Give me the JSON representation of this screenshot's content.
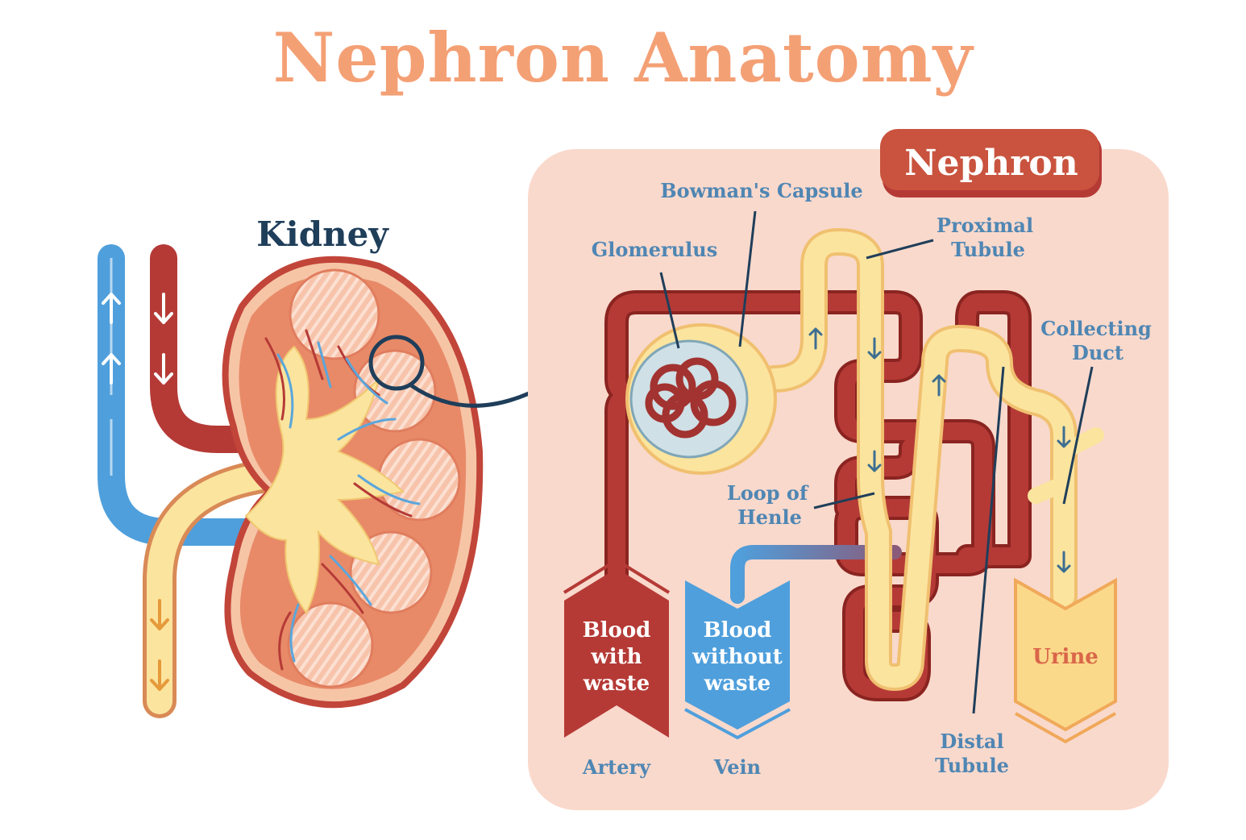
{
  "title": "Nephron Anatomy",
  "kidney": {
    "label": "Kidney"
  },
  "nephron": {
    "label": "Nephron",
    "labels": {
      "bowmans_capsule": "Bowman's Capsule",
      "glomerulus": "Glomerulus",
      "proximal_tubule_1": "Proximal",
      "proximal_tubule_2": "Tubule",
      "collecting_duct_1": "Collecting",
      "collecting_duct_2": "Duct",
      "loop_of_henle_1": "Loop of",
      "loop_of_henle_2": "Henle",
      "distal_tubule_1": "Distal",
      "distal_tubule_2": "Tubule"
    },
    "artery": {
      "line1": "Blood",
      "line2": "with",
      "line3": "waste",
      "caption": "Artery"
    },
    "vein": {
      "line1": "Blood",
      "line2": "without",
      "line3": "waste",
      "caption": "Vein"
    },
    "urine": {
      "label": "Urine"
    }
  },
  "colors": {
    "title": "#f4a075",
    "artery_red": "#b53a36",
    "vein_blue": "#4f9fdc",
    "tubule_yellow": "#fbe49e",
    "panel_bg": "#f9d9cc",
    "label_blue": "#4f86b3",
    "dark_navy": "#1f3e5a",
    "badge_red": "#c9533e",
    "kidney_cortex": "#e88a68"
  }
}
